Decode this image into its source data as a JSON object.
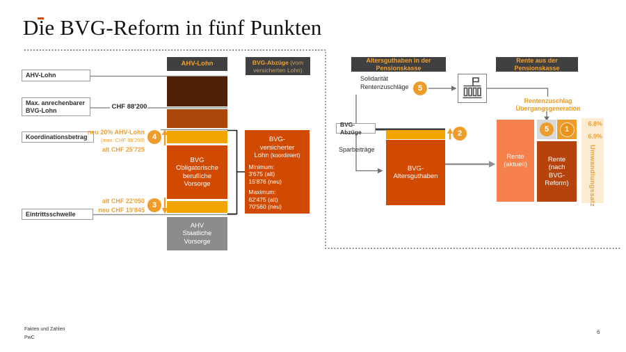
{
  "title": "Die BVG-Reform in fünf Punkten",
  "footer": {
    "line1": "Fakten und Zahlen",
    "line2": "PwC",
    "page": "6"
  },
  "colors": {
    "pwc_orange": "#D04A02",
    "amber_strip": "#F2A402",
    "badge_amber": "#EE9D2D",
    "dark_brown": "#4E2107",
    "rust": "#AC470B",
    "salmon": "#F5804C",
    "dark_rust": "#B5430B",
    "gray_box": "#8C8C8C",
    "header_gray": "#404040",
    "cream": "#FBEBD2",
    "annotation_orange": "#EFA032"
  },
  "icons": {
    "bank": "bank-building-icon"
  },
  "left": {
    "side_labels": {
      "ahv": "AHV-Lohn",
      "max": "Max. anrechenbarer BVG-Lohn",
      "koord": "Koordinationsbetrag",
      "eintritt": "Eintrittsschwelle"
    },
    "chf_max": "CHF 88'200",
    "col_header": "AHV-Lohn",
    "deduction_header": {
      "bold": "BVG-Abzüge",
      "rest": " (vom versicherten Lohn)"
    },
    "bvg_box": {
      "l1": "BVG",
      "l2": "Obligatorische",
      "l3": "berufliche",
      "l4": "Vorsorge"
    },
    "ahv_box": {
      "l1": "AHV",
      "l2": "Staatliche",
      "l3": "Vorsorge"
    },
    "ann4": {
      "l1": "neu 20% AHV-Lohn",
      "l2": "(max. CHF 88'200)",
      "l3": "alt CHF 25'725",
      "badge": "4"
    },
    "ann3": {
      "l1": "alt CHF 22'050",
      "l2": "neu CHF 19'845",
      "badge": "3"
    },
    "versichert": {
      "t1": "BVG-",
      "t2": "versicherter",
      "t3": "Lohn",
      "t3b": " (koordiniert)",
      "min_label": "Minimum:",
      "min1": "3'675 (alt)",
      "min2": "15'876 (neu)",
      "max_label": "Maximum:",
      "max1": "62'475 (alt)",
      "max2": "70'560 (neu)"
    }
  },
  "right": {
    "header_left": "Altersguthaben in der Pensionskasse",
    "header_right": "Rente aus der Pensionskasse",
    "solidaritaet": {
      "l1": "Solidarität",
      "l2": "Rentenzuschläge",
      "badge": "5"
    },
    "abzuege_label": "BVG-Abzüge",
    "badge2": "2",
    "sparbeitraege": "Sparbeiträge",
    "guthaben_box": {
      "l1": "BVG-",
      "l2": "Altersguthaben"
    },
    "zuschlag": {
      "l1": "Rentenzuschlag",
      "l2": "Übergangsgeneration"
    },
    "rente_aktuell": {
      "l1": "Rente",
      "l2": "(aktuell)"
    },
    "badge5b": "5",
    "badge1": "1",
    "rente_neu": {
      "l1": "Rente",
      "l2": "(nach",
      "l3": "BVG-",
      "l4": "Reform)"
    },
    "umwandlung": {
      "old": "6.8%",
      "new": "6.0%",
      "label": "Umwandlungssatz"
    }
  }
}
